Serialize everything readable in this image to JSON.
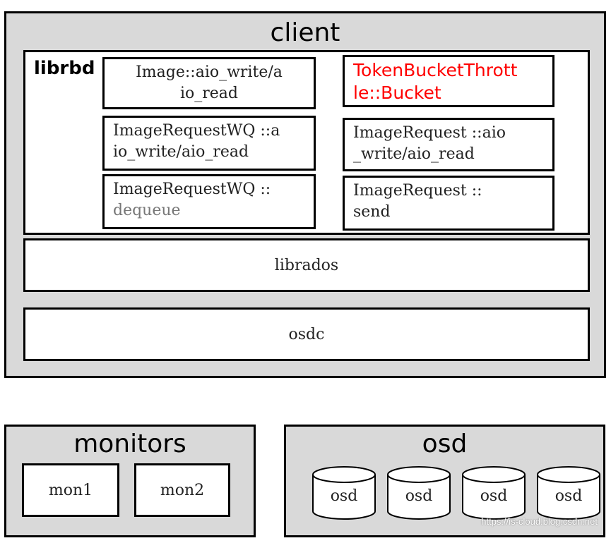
{
  "client": {
    "title": "client",
    "librbd": {
      "label": "librbd",
      "modules": {
        "image_aio": [
          "Image::aio_write/a",
          "io_read"
        ],
        "token_bucket": [
          "TokenBucketThrott",
          "le::Bucket"
        ],
        "image_request_wq_aio": [
          "ImageRequestWQ ::a",
          "io_write/aio_read"
        ],
        "image_request_aio": [
          "ImageRequest ::aio",
          "_write/aio_read"
        ],
        "image_request_wq_dequeue": [
          "ImageRequestWQ ::",
          "dequeue"
        ],
        "image_request_send": [
          "ImageRequest ::",
          "send"
        ]
      }
    },
    "librados": "librados",
    "osdc": "osdc"
  },
  "monitors": {
    "title": "monitors",
    "items": [
      "mon1",
      "mon2"
    ]
  },
  "osd": {
    "title": "osd",
    "items": [
      "osd",
      "osd",
      "osd",
      "osd"
    ]
  },
  "watermark": "https://is-cloud.blog.csdn.net",
  "colors": {
    "panel": "#d9d9d9",
    "highlight": "#ff0000"
  }
}
